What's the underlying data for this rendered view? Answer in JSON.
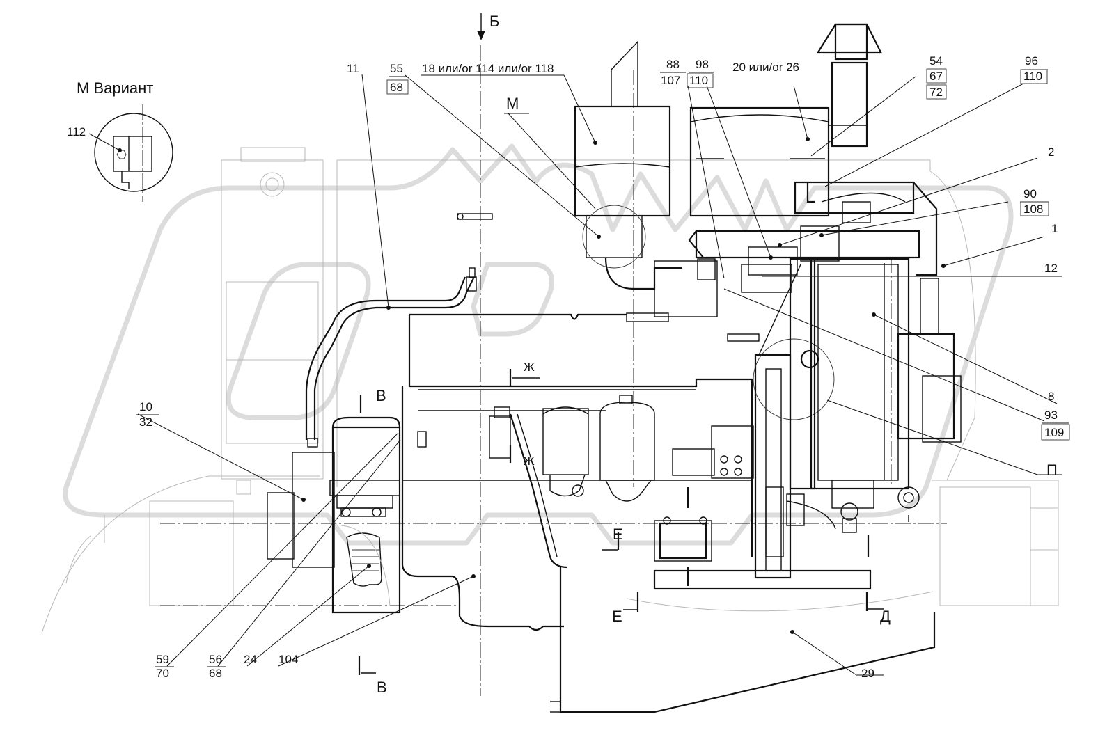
{
  "title_top": "Б",
  "variant_title": "М Вариант",
  "view_letter_m": "М",
  "labels": {
    "l11": "11",
    "l55": "55",
    "l68a": "68",
    "l18": "18 или/or 114 или/or 118",
    "l88": "88",
    "l107": "107",
    "l98": "98",
    "l110a": "110",
    "l20": "20 или/or 26",
    "l54": "54",
    "l67": "67",
    "l72": "72",
    "l96": "96",
    "l110b": "110",
    "l2": "2",
    "l90": "90",
    "l108": "108",
    "l1": "1",
    "l12": "12",
    "l112": "112",
    "l10": "10",
    "l32": "32",
    "l8": "8",
    "l93": "93",
    "l109": "109",
    "lP": "П",
    "l59": "59",
    "l70": "70",
    "l56": "56",
    "l68b": "68",
    "l24": "24",
    "l104": "104",
    "l29": "29"
  },
  "section_marks": {
    "zh1": "Ж",
    "zh2": "Ж",
    "v1": "В",
    "v2": "В",
    "e1": "Е",
    "e2": "Е",
    "d1": "Д"
  }
}
